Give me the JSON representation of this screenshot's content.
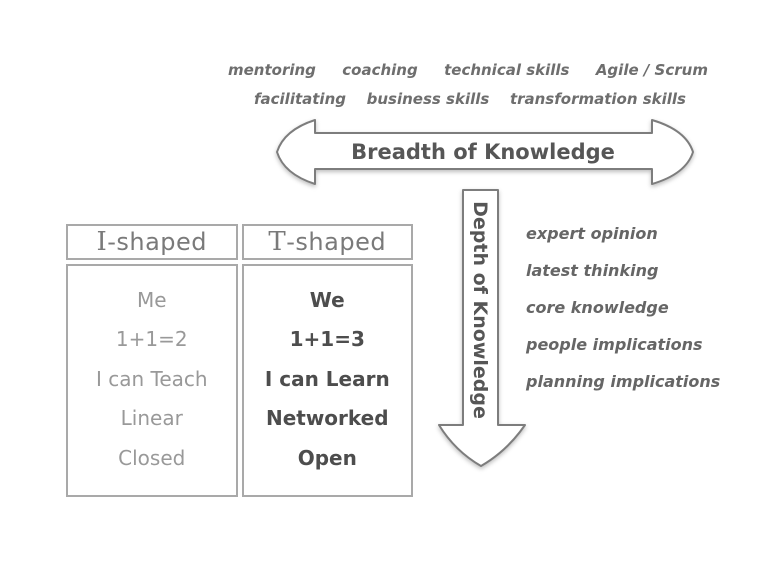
{
  "colors": {
    "background": "#ffffff",
    "arrow_outline": "#7d7d7d",
    "arrow_fill": "#ffffff",
    "arrow_label_text": "#565656",
    "skills_text": "#6e6e6e",
    "table_border": "#a9a9a9",
    "i_column_text": "#999999",
    "t_column_text": "#4d4d4d",
    "header_text": "#7a7a7a"
  },
  "skills_top": {
    "row1": [
      "mentoring",
      "coaching",
      "technical skills",
      "Agile / Scrum"
    ],
    "row2": [
      "facilitating",
      "business skills",
      "transformation skills"
    ]
  },
  "breadth_arrow": {
    "label": "Breadth of Knowledge"
  },
  "depth_arrow": {
    "label": "Depth of Knowledge"
  },
  "depth_list": [
    "expert opinion",
    "latest thinking",
    "core knowledge",
    "people implications",
    "planning implications"
  ],
  "comparison_table": {
    "columns": [
      {
        "header_initial": "I",
        "header_suffix": "-shaped",
        "cells": [
          "Me",
          "1+1=2",
          "I can Teach",
          "Linear",
          "Closed"
        ]
      },
      {
        "header_initial": "T",
        "header_suffix": "-shaped",
        "cells": [
          "We",
          "1+1=3",
          "I can Learn",
          "Networked",
          "Open"
        ]
      }
    ]
  }
}
